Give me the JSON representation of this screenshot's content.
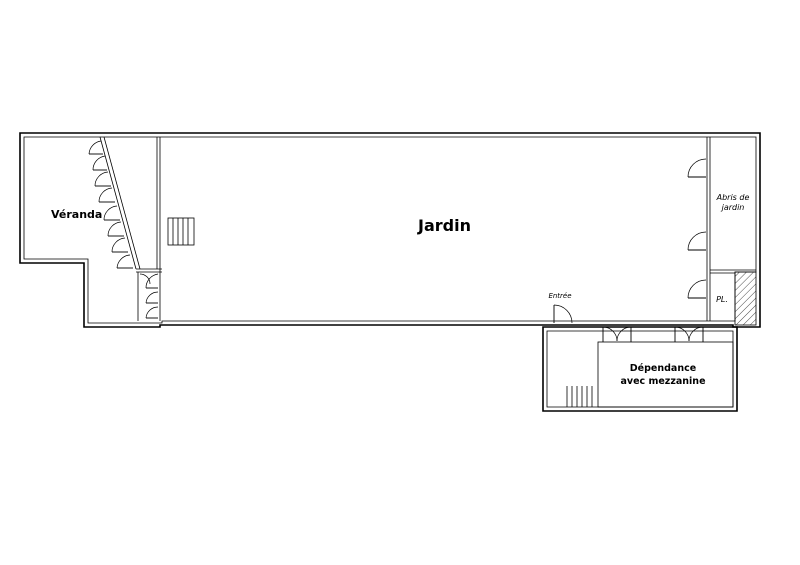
{
  "rooms": {
    "veranda": {
      "label": "Véranda"
    },
    "jardin": {
      "label": "Jardin"
    },
    "abris": {
      "line1": "Abris de",
      "line2": "jardin"
    },
    "placard": {
      "label": "PL."
    },
    "dependance": {
      "line1": "Dépendance",
      "line2": "avec mezzanine"
    },
    "entree": {
      "label": "Entrée"
    }
  }
}
